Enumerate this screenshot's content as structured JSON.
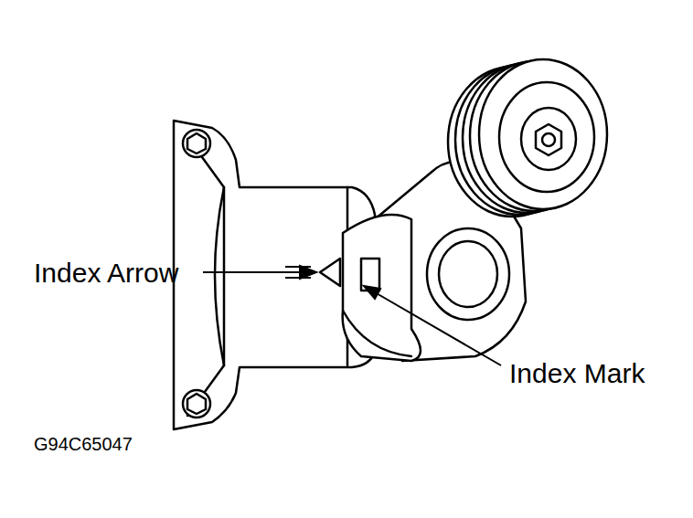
{
  "diagram": {
    "labels": [
      "Index Arrow",
      "Index Mark",
      "G94C65047"
    ]
  }
}
